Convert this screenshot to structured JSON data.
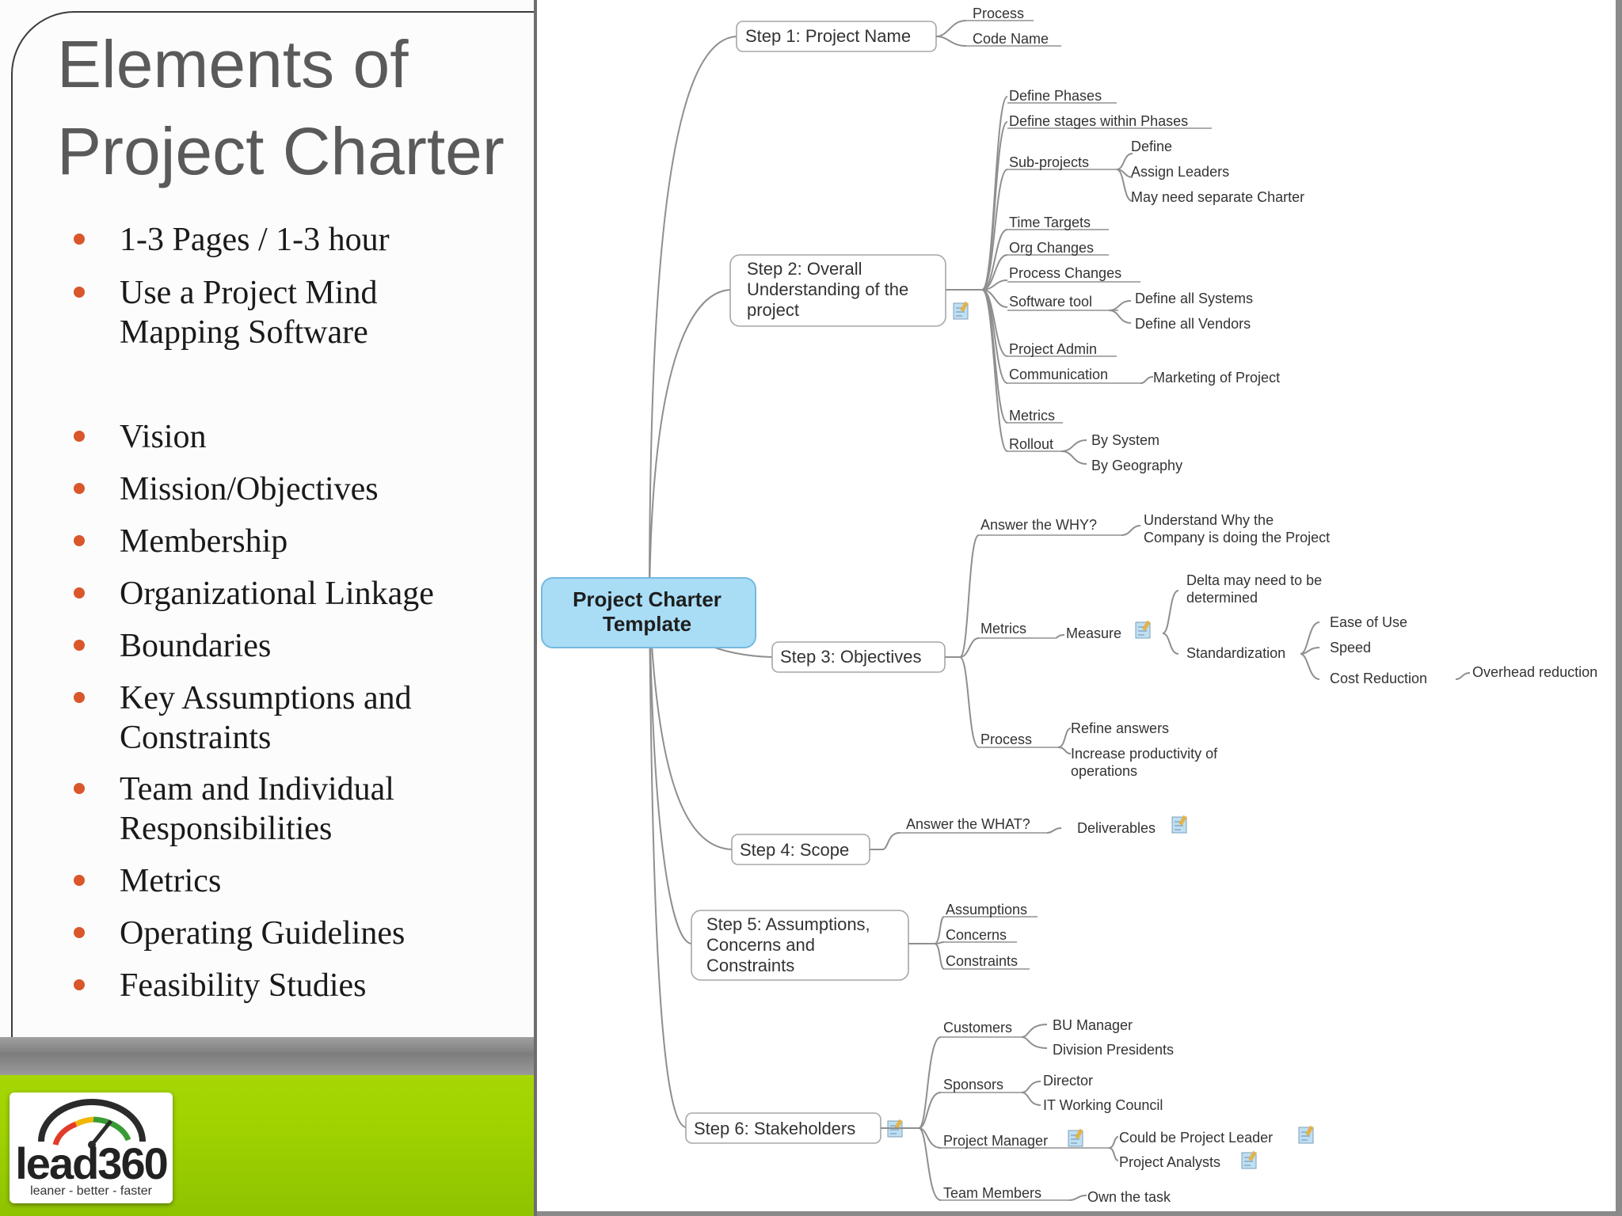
{
  "left_panel": {
    "title": "Elements of\nProject Charter",
    "bullets": [
      "1-3 Pages / 1-3 hour",
      "Use a Project Mind\nMapping Software",
      "Vision",
      "Mission/Objectives",
      "Membership",
      "Organizational Linkage",
      "Boundaries",
      "Key Assumptions and\nConstraints",
      "Team and Individual\nResponsibilities",
      "Metrics",
      "Operating Guidelines",
      "Feasibility Studies"
    ],
    "bullet_color": "#d9572a",
    "logo": {
      "wordmark": "lead360",
      "tagline": "leaner - better - faster"
    }
  },
  "colors": {
    "title": "#5a5a5a",
    "green_band": "#a6d704",
    "root_fill": "#a9ddf6"
  },
  "mindmap": {
    "root": {
      "line1": "Project Charter",
      "line2": "Template"
    },
    "step1": {
      "title": "Step 1: Project Name",
      "children": [
        "Process",
        "Code Name"
      ]
    },
    "step2": {
      "title_lines": [
        "Step 2: Overall",
        "Understanding of the",
        "project"
      ],
      "children": {
        "define_phases": "Define Phases",
        "define_stages": "Define stages within Phases",
        "sub_projects": "Sub-projects",
        "sub_define": "Define",
        "sub_assign": "Assign Leaders",
        "sub_charter": "May need separate Charter",
        "time_targets": "Time Targets",
        "org_changes": "Org Changes",
        "process_changes": "Process Changes",
        "software_tool": "Software tool",
        "define_systems": "Define all Systems",
        "define_vendors": "Define all Vendors",
        "project_admin": "Project Admin",
        "communication": "Communication",
        "marketing": "Marketing of Project",
        "metrics": "Metrics",
        "rollout": "Rollout",
        "by_system": "By System",
        "by_geography": "By Geography"
      }
    },
    "step3": {
      "title": "Step 3: Objectives",
      "children": {
        "answer_why": "Answer the WHY?",
        "why_detail_1": "Understand Why the",
        "why_detail_2": "Company is doing the Project",
        "metrics": "Metrics",
        "measure": "Measure",
        "delta_1": "Delta may need to be",
        "delta_2": "determined",
        "standardization": "Standardization",
        "ease": "Ease of Use",
        "speed": "Speed",
        "cost": "Cost Reduction",
        "overhead": "Overhead reduction",
        "process": "Process",
        "refine": "Refine answers",
        "productivity_1": "Increase productivity of",
        "productivity_2": "operations"
      }
    },
    "step4": {
      "title": "Step 4: Scope",
      "answer_what": "Answer the WHAT?",
      "deliverables": "Deliverables"
    },
    "step5": {
      "title_lines": [
        "Step 5: Assumptions,",
        "Concerns and",
        "Constraints"
      ],
      "children": [
        "Assumptions",
        "Concerns",
        "Constraints"
      ]
    },
    "step6": {
      "title": "Step 6: Stakeholders",
      "children": {
        "customers": "Customers",
        "bu_manager": "BU Manager",
        "division_presidents": "Division Presidents",
        "sponsors": "Sponsors",
        "director": "Director",
        "it_council": "IT Working Council",
        "project_manager": "Project Manager",
        "could_be_leader": "Could be Project Leader",
        "project_analysts": "Project Analysts",
        "team_members": "Team Members",
        "own_task": "Own the task"
      }
    }
  }
}
